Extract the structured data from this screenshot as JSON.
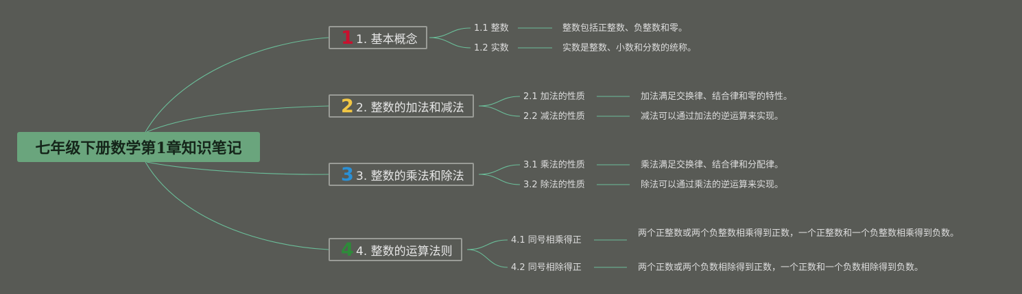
{
  "root": {
    "title": "七年级下册数学第1章知识笔记"
  },
  "branches": [
    {
      "badge": "1",
      "badge_color": "#c8102e",
      "label": "1. 基本概念",
      "items": [
        {
          "label": "1.1 整数",
          "desc": "整数包括正整数、负整数和零。"
        },
        {
          "label": "1.2 实数",
          "desc": "实数是整数、小数和分数的统称。"
        }
      ]
    },
    {
      "badge": "2",
      "badge_color": "#f2c744",
      "label": "2. 整数的加法和减法",
      "items": [
        {
          "label": "2.1 加法的性质",
          "desc": "加法满足交换律、结合律和零的特性。"
        },
        {
          "label": "2.2 减法的性质",
          "desc": "减法可以通过加法的逆运算来实现。"
        }
      ]
    },
    {
      "badge": "3",
      "badge_color": "#2a90d6",
      "label": "3. 整数的乘法和除法",
      "items": [
        {
          "label": "3.1 乘法的性质",
          "desc": "乘法满足交换律、结合律和分配律。"
        },
        {
          "label": "3.2 除法的性质",
          "desc": "除法可以通过乘法的逆运算来实现。"
        }
      ]
    },
    {
      "badge": "4",
      "badge_color": "#2e8b3a",
      "label": "4. 整数的运算法则",
      "items": [
        {
          "label": "4.1 同号相乘得正",
          "desc": "两个正整数或两个负整数相乘得到正数，一个正整数和一个负整数相乘得到负数。"
        },
        {
          "label": "4.2 同号相除得正",
          "desc": "两个正数或两个负数相除得到正数，一个正数和一个负数相除得到负数。"
        }
      ]
    }
  ],
  "colors": {
    "background": "#585a55",
    "root_fill": "#6aa57d",
    "connector": "#6bbf9a"
  }
}
